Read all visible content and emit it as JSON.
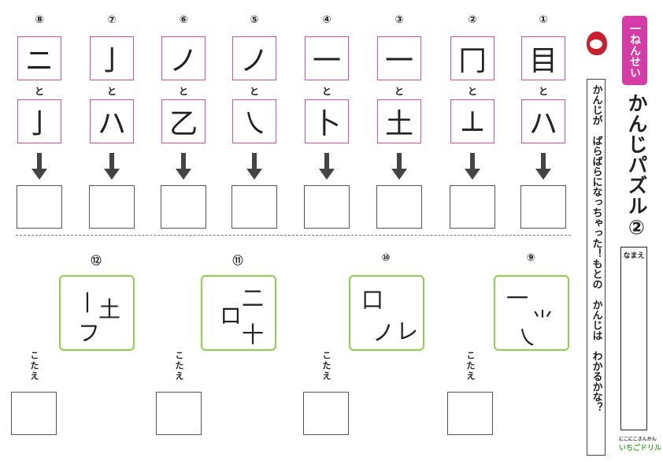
{
  "header": {
    "grade": "一ねんせい",
    "title": "かんじパズル②",
    "instruction": "かんじが　ばらばらになっちゃった！もとの　かんじは　わかるかな？",
    "name_label": "なまえ",
    "logo_small": "にこにこさんかん",
    "logo": "いちごドリル"
  },
  "top": {
    "joiner": "と",
    "items": [
      {
        "number": "⑧",
        "a": "ニ",
        "b": "亅"
      },
      {
        "number": "⑦",
        "a": "亅",
        "b": "ハ"
      },
      {
        "number": "⑥",
        "a": "ノ",
        "b": "乙"
      },
      {
        "number": "⑤",
        "a": "ノ",
        "b": "㇏"
      },
      {
        "number": "④",
        "a": "一",
        "b": "卜"
      },
      {
        "number": "③",
        "a": "一",
        "b": "土"
      },
      {
        "number": "②",
        "a": "冂",
        "b": "⊥"
      },
      {
        "number": "①",
        "a": "目",
        "b": "ハ"
      }
    ]
  },
  "bottom": {
    "answer_label": "こたえ",
    "items": [
      {
        "number": "⑫",
        "pieces": [
          "丨",
          "土",
          "フ"
        ]
      },
      {
        "number": "⑪",
        "pieces": [
          "ロ",
          "二",
          "十"
        ]
      },
      {
        "number": "⑩",
        "pieces": [
          "口",
          "ノ",
          "レ"
        ]
      },
      {
        "number": "⑨",
        "pieces": [
          "一",
          "⺌",
          "㇏"
        ]
      }
    ]
  }
}
